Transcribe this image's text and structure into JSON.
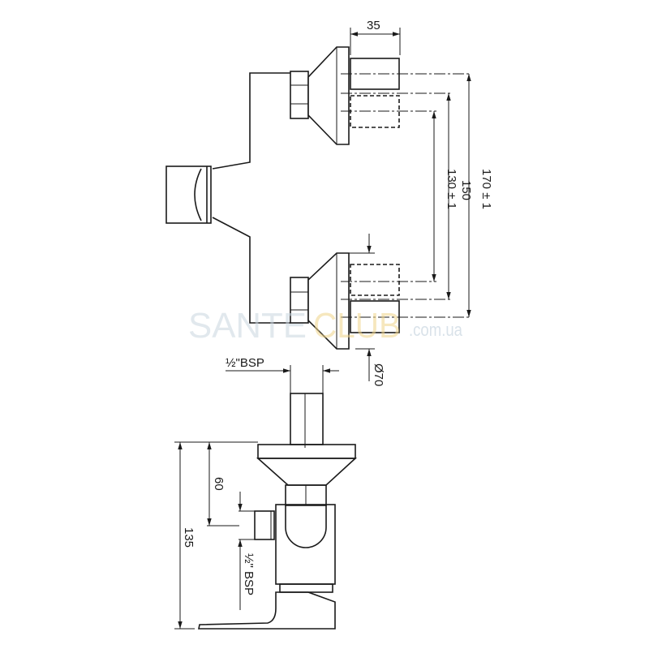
{
  "drawing": {
    "top_view": {
      "width_dim": "35",
      "dim_outer": "170 ± 1",
      "dim_middle": "150",
      "dim_inner": "130 ± 1",
      "diameter": "Ø70"
    },
    "side_view": {
      "thread_top": "½\"BSP",
      "thread_side": "½\" BSP",
      "dim_height": "135",
      "dim_offset": "60"
    }
  },
  "watermark": {
    "part1": "SANTE",
    "part2": "CLUB",
    "domain": ".com.ua"
  },
  "colors": {
    "line": "#1a1a1a",
    "watermark_blue": "#c9d6e0",
    "watermark_yellow": "#f0d58a"
  }
}
